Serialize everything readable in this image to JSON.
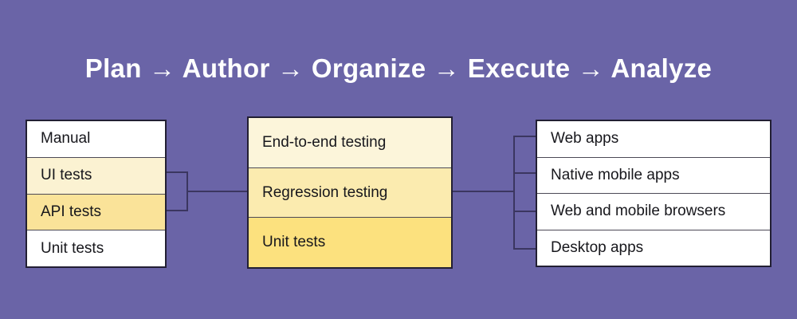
{
  "title": "Plan → Author → Organize → Execute → Analyze",
  "colors": {
    "background": "#6A64A7",
    "title_text": "#FFFFFF",
    "connector_line": "#3B3660",
    "box_border": "#221F33",
    "row_text": "#17171C",
    "row_white": "#FFFFFF",
    "cream": "#FCF5DA",
    "light_yellow": "#FBEBAF",
    "gold": "#FCE17E"
  },
  "left_box": {
    "items": [
      {
        "label": "Manual",
        "bg": "#FFFFFF"
      },
      {
        "label": "UI tests",
        "bg": "#FBF2D2"
      },
      {
        "label": "API tests",
        "bg": "#FAE399"
      },
      {
        "label": "Unit tests",
        "bg": "#FFFFFF"
      }
    ]
  },
  "middle_box": {
    "items": [
      {
        "label": "End-to-end testing",
        "bg": "#FCF5DA"
      },
      {
        "label": "Regression testing",
        "bg": "#FBEBAF"
      },
      {
        "label": "Unit tests",
        "bg": "#FCE17E"
      }
    ]
  },
  "right_box": {
    "items": [
      {
        "label": "Web apps",
        "bg": "#FFFFFF"
      },
      {
        "label": "Native mobile apps",
        "bg": "#FFFFFF"
      },
      {
        "label": "Web and mobile browsers",
        "bg": "#FFFFFF"
      },
      {
        "label": "Desktop apps",
        "bg": "#FFFFFF"
      }
    ]
  }
}
